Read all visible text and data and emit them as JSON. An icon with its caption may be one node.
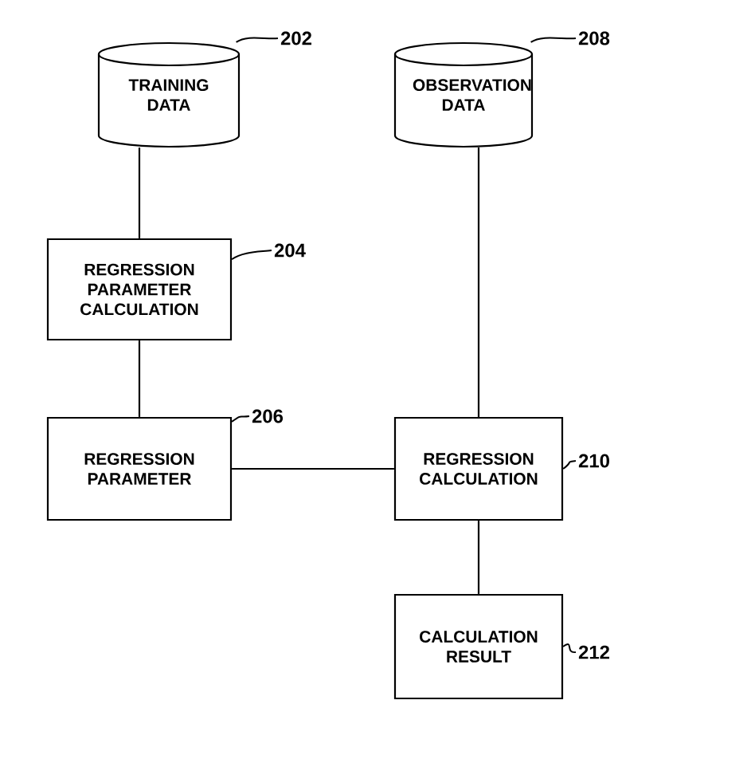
{
  "diagram": {
    "nodes": [
      {
        "text": [
          "TRAINING DATA"
        ]
      },
      {
        "text": [
          "OBSERVATION DATA"
        ]
      },
      {
        "text": [
          "REGRESSION PARAMETER CALCULATION"
        ]
      },
      {
        "text": [
          "REGRESSION PARAMETER"
        ]
      },
      {
        "text": [
          "REGRESSION CALCULATION"
        ]
      },
      {
        "text": [
          "CALCULATION RESULT"
        ]
      },
      {
        "text": [
          "202"
        ]
      },
      {
        "text": [
          "208"
        ]
      },
      {
        "text": [
          "204"
        ]
      },
      {
        "text": [
          "206"
        ]
      },
      {
        "text": [
          "210"
        ]
      },
      {
        "text": [
          "212"
        ]
      }
    ],
    "edges": [
      {
        "from": 0,
        "to": 2,
        "arrow": "none"
      },
      {
        "from": 2,
        "to": 3,
        "arrow": "none"
      },
      {
        "from": 3,
        "to": 4,
        "arrow": "none"
      },
      {
        "from": 1,
        "to": 4,
        "arrow": "none"
      },
      {
        "from": 4,
        "to": 5,
        "arrow": "none"
      },
      {
        "from": 6,
        "to": 0,
        "arrow": "none"
      },
      {
        "from": 7,
        "to": 1,
        "arrow": "none"
      },
      {
        "from": 8,
        "to": 2,
        "arrow": "none"
      },
      {
        "from": 9,
        "to": 3,
        "arrow": "none"
      },
      {
        "from": 10,
        "to": 4,
        "arrow": "none"
      },
      {
        "from": 11,
        "to": 5,
        "arrow": "none"
      }
    ]
  }
}
